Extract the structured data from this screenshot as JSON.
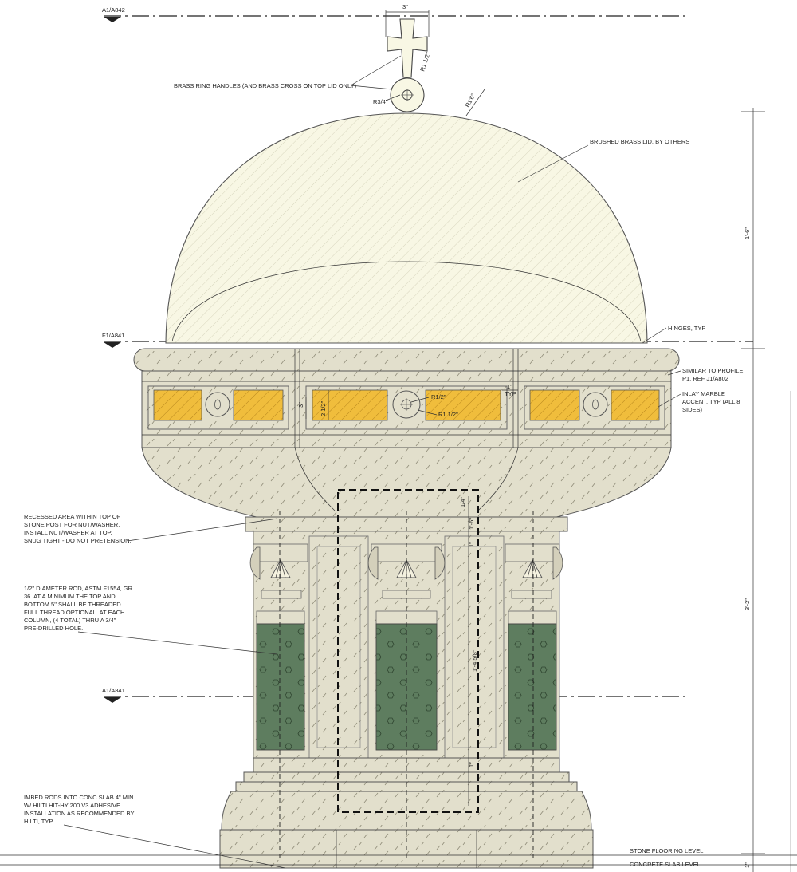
{
  "references": {
    "top": "A1/A842",
    "lid_base": "F1/A841",
    "mid": "A1/A841"
  },
  "notes": {
    "handles": "BRASS RING HANDLES (AND BRASS CROSS ON TOP LID ONLY)",
    "lid": "BRUSHED BRASS LID, BY OTHERS",
    "hinges": "HINGES, TYP",
    "profile_line1": "SIMILAR TO PROFILE",
    "profile_line2": "P1, REF J1/A802",
    "inlay_line1": "INLAY MARBLE",
    "inlay_line2": "ACCENT, TYP (ALL 8",
    "inlay_line3": "SIDES)",
    "recess_line1": "RECESSED AREA WITHIN TOP OF",
    "recess_line2": "STONE POST FOR NUT/WASHER.",
    "recess_line3": "INSTALL NUT/WASHER AT TOP.",
    "recess_line4": "SNUG TIGHT - DO NOT PRETENSION.",
    "rod_line1": "1/2\" DIAMETER ROD, ASTM F1554, GR",
    "rod_line2": "36. AT A MINIMUM THE TOP AND",
    "rod_line3": "BOTTOM 5\" SHALL BE THREADED.",
    "rod_line4": "FULL THREAD OPTIONAL. AT EACH",
    "rod_line5": "COLUMN, (4 TOTAL) THRU A 3/4\"",
    "rod_line6": "PRE-DRILLED HOLE.",
    "imbed_line1": "IMBED RODS INTO CONC SLAB 4\" MIN",
    "imbed_line2": "W/ HILTI HIT-HY 200 V3 ADHESIVE",
    "imbed_line3": "INSTALLATION AS RECOMMENDED BY",
    "imbed_line4": "HILTI, TYP.",
    "stone_floor": "STONE FLOORING LEVEL",
    "slab": "CONCRETE SLAB LEVEL"
  },
  "dimensions": {
    "cross_width": "3\"",
    "cross_radius": "R1 1/2\"",
    "ring_radius": "R3/4\"",
    "dome_radius": "R1'6\"",
    "lid_height": "1'-6\"",
    "base_height": "3'-2\"",
    "slab_depth": "1\"",
    "band_height": "3\"",
    "panel_height": "2 1/2\"",
    "medallion_r1": "R1/2\"",
    "medallion_r2": "R1 1/2\"",
    "medallion_gap": "1\"",
    "medallion_typ": "TYP",
    "post_top": "1/4\"",
    "post_a": "1'-6\"",
    "post_b": "1\"",
    "post_length": "1'-4 5/8\"",
    "post_bottom": "1\""
  },
  "colors": {
    "stone": "#e2dfcc",
    "inlay_gold": "#f0bd3c",
    "column_green": "#5e7d5f",
    "lid_cream": "#f8f7e4"
  }
}
